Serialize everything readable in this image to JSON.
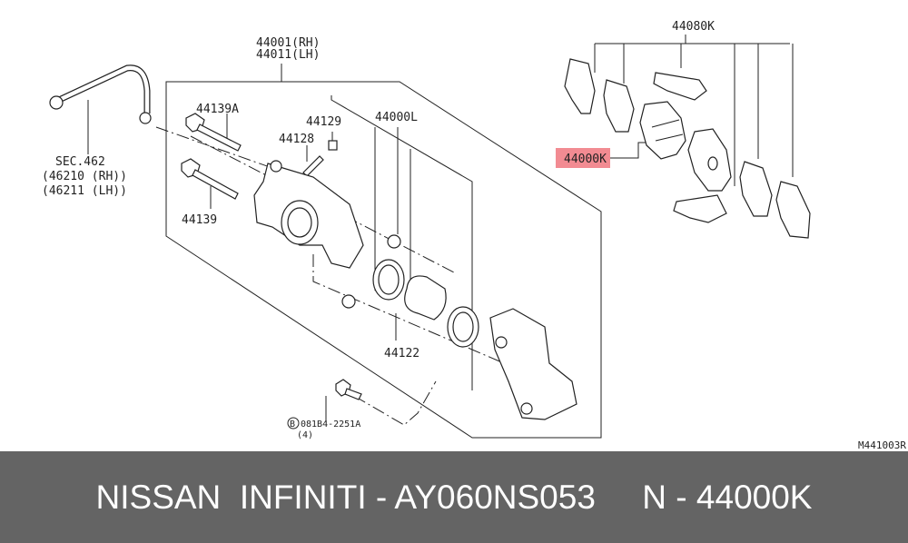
{
  "diagram": {
    "labels": {
      "caliper_rh": "44001(RH)",
      "caliper_lh": "44011(LH)",
      "hose_sec": "SEC.462",
      "hose_rh": "(46210 (RH))",
      "hose_lh": "(46211 (LH))",
      "bolt_a": "44139A",
      "bolt": "44139",
      "cap": "44129",
      "bleeder": "44128",
      "seal_kit": "44000L",
      "piston": "44122",
      "mount_bolt": "081B4-2251A",
      "mount_bolt_prefix": "B",
      "mount_bolt_qty": "(4)",
      "hardware_kit": "44080K",
      "pad_kit": "44000K"
    },
    "highlight_color": "#ec5a64",
    "drawing_code": "M441003R"
  },
  "footer": {
    "text": "NISSAN  INFINITI - AY060NS053     N - 44000K"
  }
}
